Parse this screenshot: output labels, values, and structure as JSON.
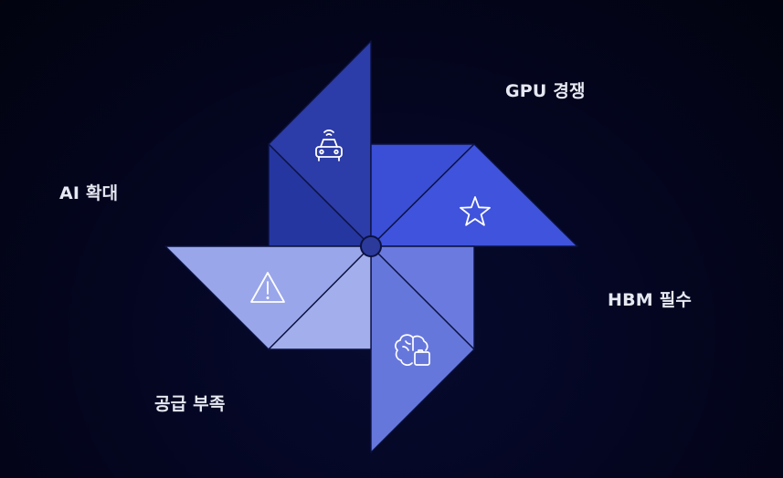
{
  "diagram": {
    "type": "pinwheel",
    "colors": {
      "background": "#03041a",
      "blade_top": "#2a3aa8",
      "blade_right": "#3c50d8",
      "blade_bottom": "#6f7ee0",
      "blade_left": "#a3adec",
      "hub": "#2c3a9c",
      "seam": "#0b1240",
      "icon_stroke": "#ffffff"
    },
    "labels": {
      "gpu": "GPU 경쟁",
      "ai": "AI 확대",
      "hbm": "HBM 필수",
      "supply": "공급 부족"
    },
    "blades": [
      {
        "id": "top",
        "icon": "car-icon"
      },
      {
        "id": "right",
        "icon": "star-icon"
      },
      {
        "id": "bottom",
        "icon": "brain-icon"
      },
      {
        "id": "left",
        "icon": "warning-icon"
      }
    ]
  }
}
